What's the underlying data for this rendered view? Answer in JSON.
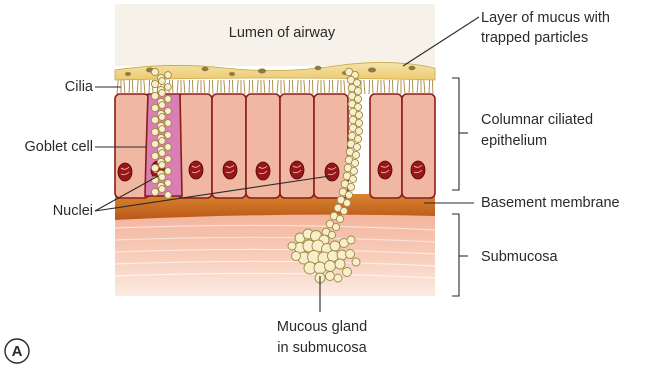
{
  "labels": {
    "lumen": "Lumen of airway",
    "mucus_line1": "Layer of mucus with",
    "mucus_line2": "trapped particles",
    "cilia": "Cilia",
    "goblet_cell": "Goblet cell",
    "nuclei": "Nuclei",
    "epithelium_line1": "Columnar ciliated",
    "epithelium_line2": "epithelium",
    "basement_membrane": "Basement membrane",
    "submucosa": "Submucosa",
    "gland_line1": "Mucous gland",
    "gland_line2": "in submucosa"
  },
  "panel_badge": "A",
  "colors": {
    "lumen": "#f6f2ea",
    "mucus": "#f2d98c",
    "cell_fill": "#f0b7a3",
    "cell_border": "#8b1c1c",
    "goblet": "#d97fb4",
    "nucleus": "#9a1616",
    "basement_membrane": "#c8681f",
    "submucosa": "#f6c8b4"
  }
}
